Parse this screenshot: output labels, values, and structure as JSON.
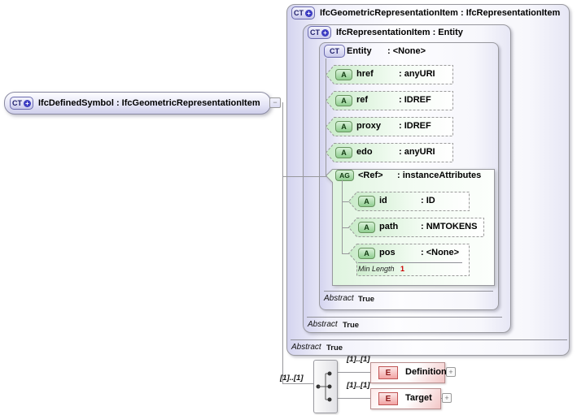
{
  "glyphs": {
    "plus": "+",
    "minus": "−"
  },
  "colors": {
    "box_lavender": "#d4d4ef",
    "attr_green": "#c9ebc9",
    "element_pink": "#f3c6c6",
    "facet_red": "#cc0000",
    "border_gray": "#98989e"
  },
  "root_type": {
    "icon_label": "CT",
    "label": "IfcDefinedSymbol : IfcGeometricRepresentationItem"
  },
  "hierarchy": {
    "outer": {
      "icon_label": "CT",
      "label": "IfcGeometricRepresentationItem : IfcRepresentationItem",
      "abstract": {
        "label": "Abstract",
        "value": "True"
      }
    },
    "middle": {
      "icon_label": "CT",
      "label": "IfcRepresentationItem : Entity",
      "abstract": {
        "label": "Abstract",
        "value": "True"
      }
    },
    "entity": {
      "icon_label": "CT",
      "name": "Entity",
      "type": ": <None>",
      "abstract": {
        "label": "Abstract",
        "value": "True"
      }
    }
  },
  "attributes": [
    {
      "icon_label": "A",
      "name": "href",
      "type": ": anyURI"
    },
    {
      "icon_label": "A",
      "name": "ref",
      "type": ": IDREF"
    },
    {
      "icon_label": "A",
      "name": "proxy",
      "type": ": IDREF"
    },
    {
      "icon_label": "A",
      "name": "edo",
      "type": ": anyURI"
    }
  ],
  "attribute_group": {
    "icon_label": "AG",
    "name": "<Ref>",
    "type": ": instanceAttributes",
    "attributes": [
      {
        "icon_label": "A",
        "name": "id",
        "type": ": ID"
      },
      {
        "icon_label": "A",
        "name": "path",
        "type": ": NMTOKENS"
      },
      {
        "icon_label": "A",
        "name": "pos",
        "type": ": <None>",
        "facet_label": "Min Length",
        "facet_value": "1"
      }
    ]
  },
  "content_model": {
    "group_cardinality": "[1]..[1]",
    "elements": [
      {
        "icon_label": "E",
        "label": "Definition",
        "cardinality": "[1]..[1]",
        "expand_glyph": "+"
      },
      {
        "icon_label": "E",
        "label": "Target",
        "cardinality": "[1]..[1]",
        "expand_glyph": "+"
      }
    ]
  }
}
